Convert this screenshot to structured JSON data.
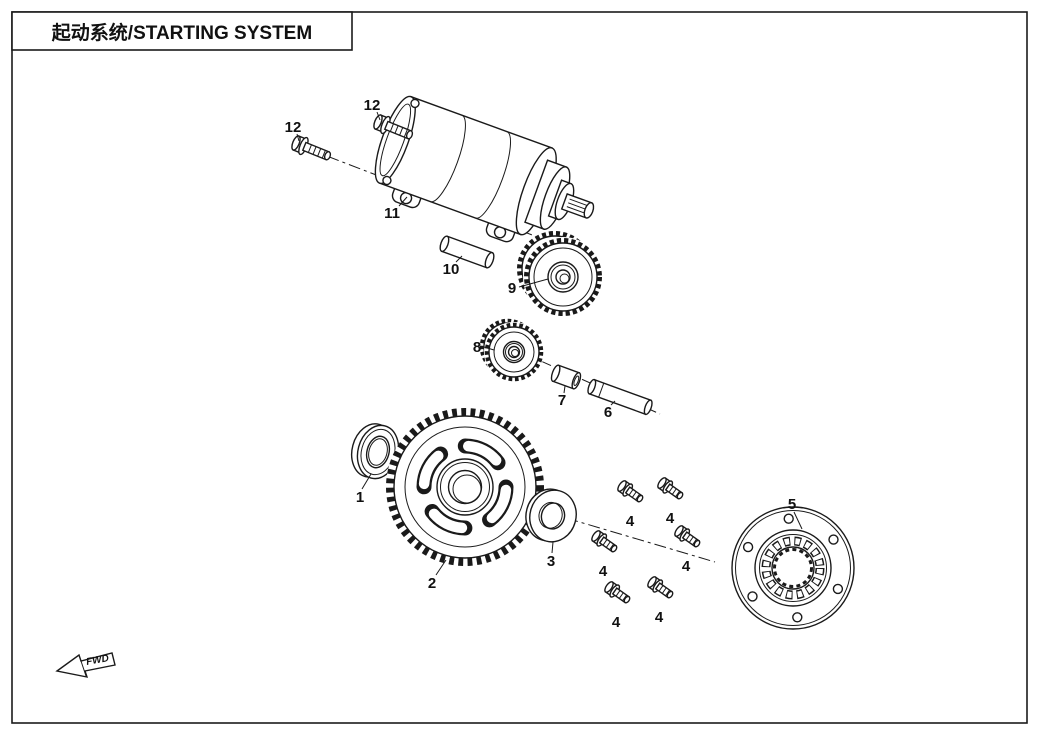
{
  "page": {
    "title": "起动系统/STARTING SYSTEM",
    "fwd_label": "FWD"
  },
  "diagram": {
    "callouts": [
      {
        "label": "12"
      },
      {
        "label": "12"
      },
      {
        "label": "11"
      },
      {
        "label": "10"
      },
      {
        "label": "9"
      },
      {
        "label": "8"
      },
      {
        "label": "7"
      },
      {
        "label": "6"
      },
      {
        "label": "1"
      },
      {
        "label": "2"
      },
      {
        "label": "3"
      },
      {
        "label": "4"
      },
      {
        "label": "4"
      },
      {
        "label": "4"
      },
      {
        "label": "4"
      },
      {
        "label": "4"
      },
      {
        "label": "4"
      },
      {
        "label": "5"
      }
    ]
  }
}
